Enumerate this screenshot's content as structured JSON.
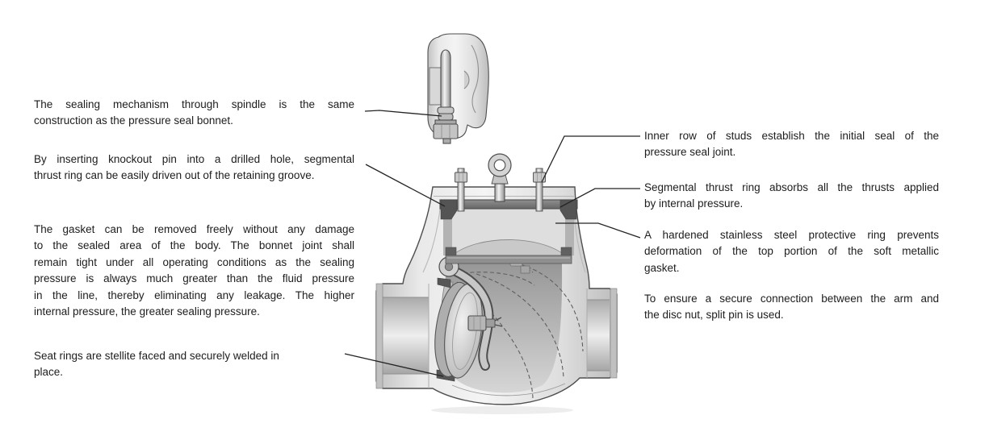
{
  "figure": {
    "description": "Cutaway illustration of a pressure-seal bonnet swing check valve with a separate spindle sealing detail view",
    "illustrations": [
      {
        "name": "spindle-seal-detail"
      },
      {
        "name": "check-valve-cutaway"
      }
    ]
  },
  "callouts": {
    "left": [
      {
        "id": "spindle-sealing",
        "text": "The sealing mechanism through spindle is the same construction as the pressure seal bonnet.",
        "lines": [
          "The sealing mechanism through spindle is the same",
          "construction as the pressure seal bonnet."
        ]
      },
      {
        "id": "knockout-pin",
        "text": "By inserting knockout pin into a drilled hole, segmental thrust ring can be easily driven out of the retaining groove.",
        "lines": [
          "By inserting knockout pin into a drilled hole, segmental",
          "thrust ring can be easily driven out of the retaining groove."
        ]
      },
      {
        "id": "gasket-removal",
        "text": "The gasket can be removed freely without any damage to the sealed area of the body. The bonnet joint shall remain tight under all operating conditions as the sealing pressure is always much greater than the fluid pressure in the line, thereby eliminating any leakage. The higher internal pressure, the greater sealing pressure.",
        "lines": [
          "The gasket can be removed freely without any damage",
          "to the sealed area of the body. The bonnet joint shall",
          "remain tight under all operating conditions as the sealing",
          "pressure is always much greater than the fluid pressure",
          "in the line, thereby eliminating any leakage. The higher",
          "internal pressure, the greater sealing pressure."
        ]
      },
      {
        "id": "seat-rings",
        "text": "Seat rings are stellite faced and securely welded in place.",
        "lines": [
          "Seat rings are stellite faced and securely welded in",
          "place."
        ]
      }
    ],
    "right": [
      {
        "id": "inner-studs",
        "text": "Inner row of studs establish the initial seal of the pressure seal joint.",
        "lines": [
          "Inner row of studs establish the initial seal of the",
          "pressure seal joint."
        ]
      },
      {
        "id": "segmental-thrust-ring",
        "text": "Segmental thrust ring absorbs all the thrusts applied by internal pressure.",
        "lines": [
          "Segmental thrust ring absorbs all the thrusts applied",
          "by internal pressure."
        ]
      },
      {
        "id": "protective-ring",
        "text": "A hardened stainless steel protective ring prevents deformation of the top portion of the soft metallic gasket.",
        "lines": [
          "A hardened stainless steel protective ring prevents",
          "deformation of the top portion of the soft metallic",
          "gasket."
        ]
      },
      {
        "id": "split-pin",
        "text": "To ensure a secure connection between the arm and the disc nut, split pin is used.",
        "lines": [
          "To ensure a secure connection between the arm and",
          "the disc nut, split pin is used."
        ]
      }
    ]
  },
  "colors": {
    "background": "#ffffff",
    "text": "#1d1d1d",
    "leader_line": "#232323",
    "outline": "#4e4e4e",
    "metal_light": "#f1f1f1",
    "metal_mid": "#c9c9c9",
    "metal_dark": "#6e6e6e",
    "thrust_ring": "#545454"
  }
}
